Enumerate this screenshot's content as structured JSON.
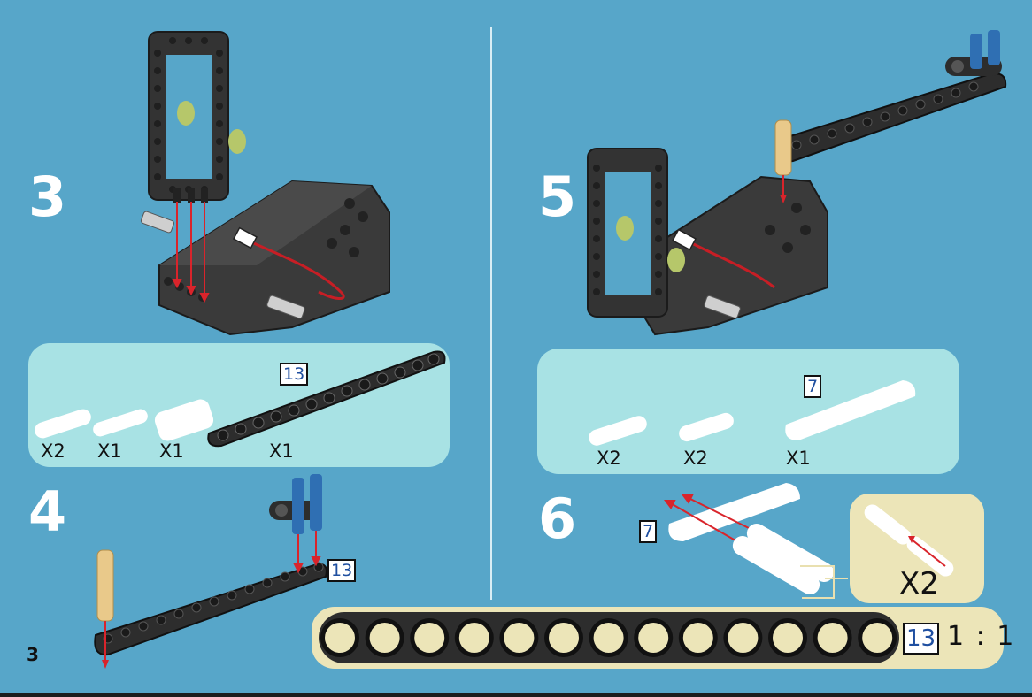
{
  "page": {
    "number": "3"
  },
  "steps": [
    {
      "number": "3",
      "parts": [
        {
          "qty": "X2"
        },
        {
          "qty": "X1"
        },
        {
          "qty": "X1"
        },
        {
          "qty": "X1",
          "badge": "13"
        }
      ]
    },
    {
      "number": "4",
      "badge": "13"
    },
    {
      "number": "5",
      "parts": [
        {
          "qty": "X2"
        },
        {
          "qty": "X2"
        },
        {
          "qty": "X1",
          "badge": "7"
        }
      ]
    },
    {
      "number": "6",
      "badge": "7",
      "multiplier": "X2"
    }
  ],
  "scale_ruler": {
    "badge": "13",
    "ratio": "1 : 1",
    "holes": 13
  },
  "colors": {
    "background": "#57a6c9",
    "parts_panel": "#a8e2e4",
    "ruler_panel": "#ece5b8",
    "brick_dark": "#333333",
    "pin_blue": "#2f6fb3",
    "pin_tan": "#e9c98a",
    "arrow_red": "#d9242b"
  }
}
